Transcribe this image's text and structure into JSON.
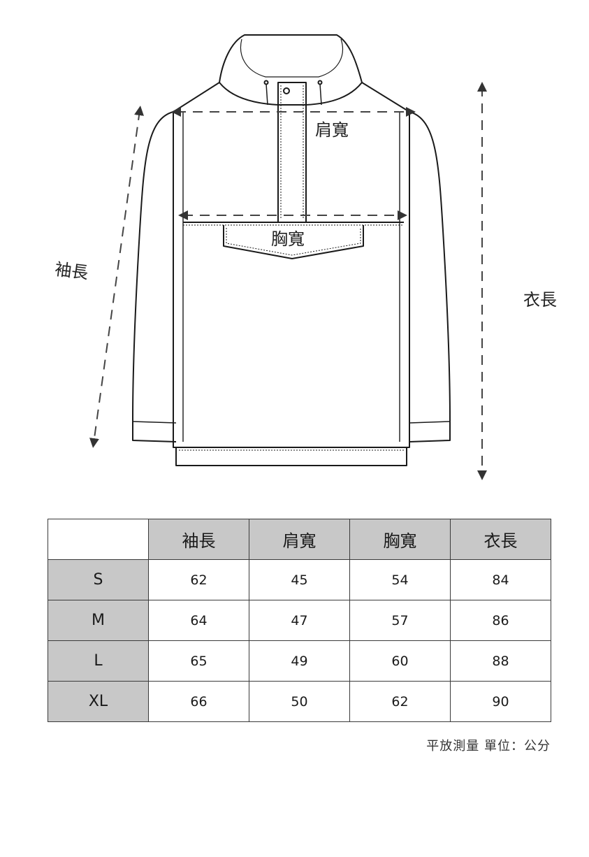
{
  "labels": {
    "shoulder": "肩寬",
    "chest": "胸寬",
    "sleeve": "袖長",
    "body": "衣長"
  },
  "table": {
    "headers": [
      "",
      "袖長",
      "肩寬",
      "胸寬",
      "衣長"
    ],
    "rows": [
      {
        "size": "S",
        "values": [
          "62",
          "45",
          "54",
          "84"
        ]
      },
      {
        "size": "M",
        "values": [
          "64",
          "47",
          "57",
          "86"
        ]
      },
      {
        "size": "L",
        "values": [
          "65",
          "49",
          "60",
          "88"
        ]
      },
      {
        "size": "XL",
        "values": [
          "66",
          "50",
          "62",
          "90"
        ]
      }
    ]
  },
  "note": "平放測量 單位：公分",
  "colors": {
    "header_bg": "#c8c8c8",
    "line": "#222222"
  }
}
